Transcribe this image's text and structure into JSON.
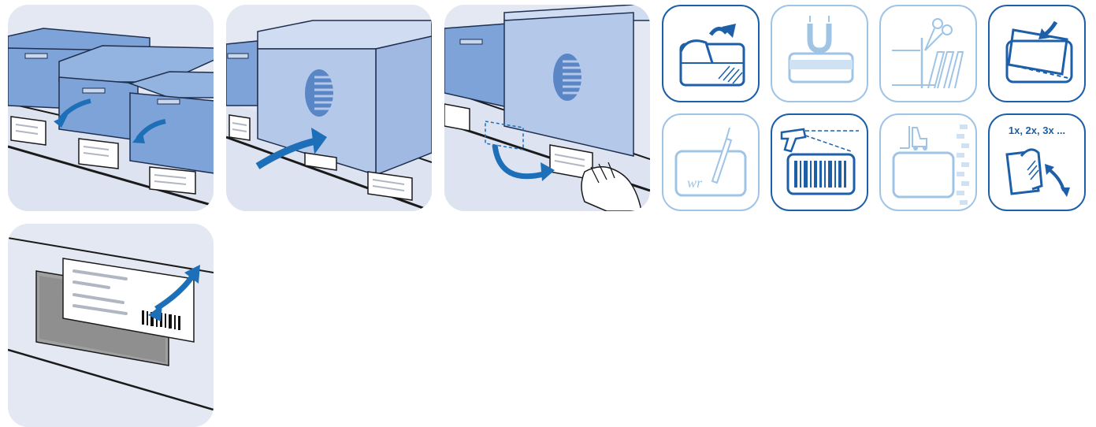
{
  "colors": {
    "accent": "#1d6fb8",
    "icon_active": "#1d5fa8",
    "icon_faded": "#9fc4e6",
    "crate": "#7ea3d8",
    "box": "#b4c8ea",
    "wall": "#e3e8f3",
    "pocket": "#9a9a9a"
  },
  "scenes": [
    {
      "icon": "crates-shelf-labels-scene"
    },
    {
      "icon": "box-shelf-reposition-scene"
    },
    {
      "icon": "label-press-by-hand-scene"
    },
    {
      "icon": "label-pocket-insert-scene"
    }
  ],
  "tiles": [
    {
      "icon": "peel-adhesive-icon",
      "state": "active"
    },
    {
      "icon": "magnetic-icon",
      "state": "faded"
    },
    {
      "icon": "cut-to-size-icon",
      "state": "faded"
    },
    {
      "icon": "insert-card-icon",
      "state": "active"
    },
    {
      "icon": "writable-icon",
      "state": "faded",
      "handwriting": "wr"
    },
    {
      "icon": "barcode-scannable-icon",
      "state": "active"
    },
    {
      "icon": "forklift-resistant-icon",
      "state": "faded"
    },
    {
      "icon": "reusable-icon",
      "state": "active",
      "caption": "1x, 2x, 3x ..."
    }
  ]
}
